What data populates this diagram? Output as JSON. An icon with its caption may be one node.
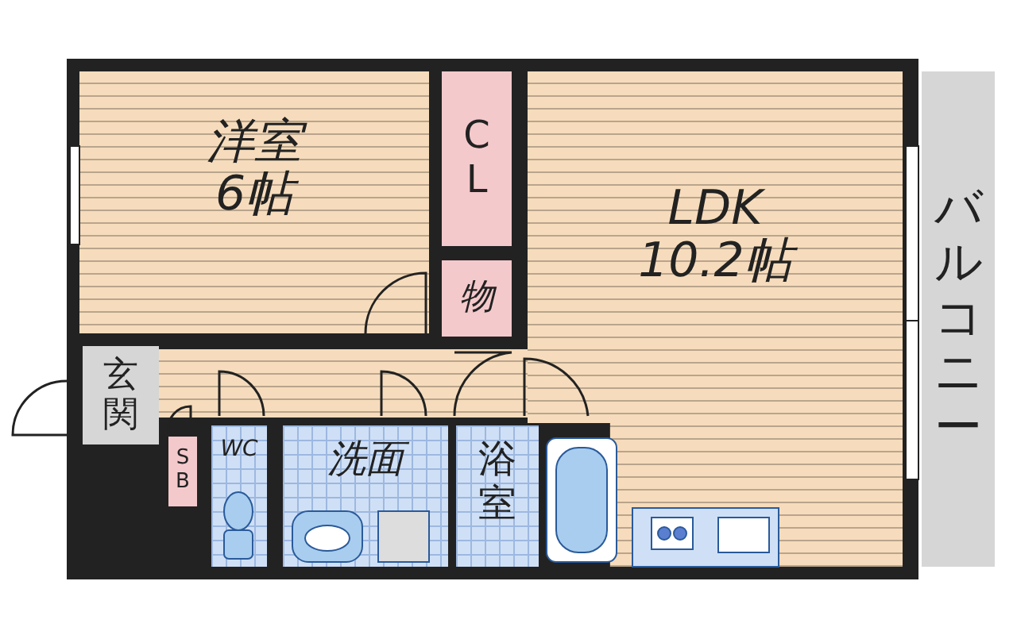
{
  "diagram": {
    "nodes": [
      {
        "text": [
          "洋室",
          "6帖"
        ]
      },
      {
        "text": [
          "CL"
        ]
      },
      {
        "text": [
          "物"
        ]
      },
      {
        "text": [
          "LDK",
          "10.2帖"
        ]
      },
      {
        "text": [
          "玄関"
        ]
      },
      {
        "text": [
          "SB"
        ]
      },
      {
        "text": [
          "WC"
        ]
      },
      {
        "text": [
          "洗面"
        ]
      },
      {
        "text": [
          "浴室"
        ]
      },
      {
        "text": [
          "バルコニー"
        ]
      }
    ]
  }
}
